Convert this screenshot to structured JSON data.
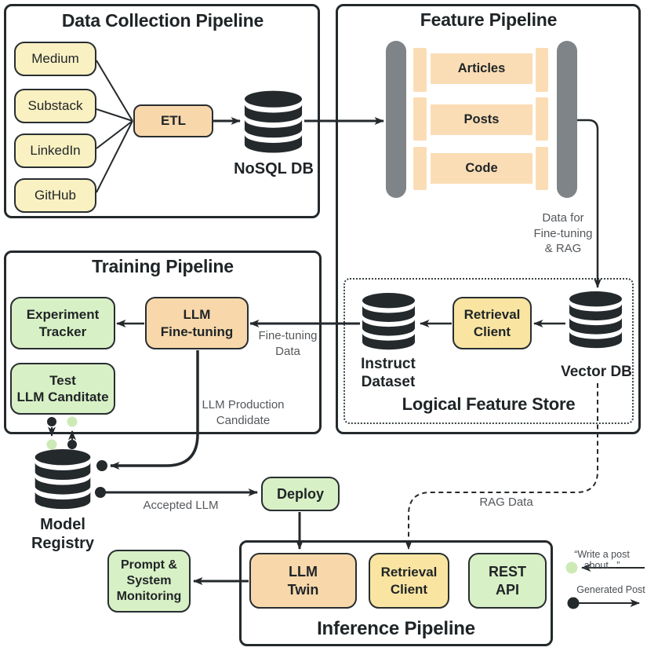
{
  "colors": {
    "dark": "#24292c",
    "pale_yellow": "#f9f1c2",
    "golden_yellow": "#f9e5a1",
    "peach": "#f8d8ab",
    "green": "#d8f0c5",
    "queue_orange": "#fbddb5",
    "rail_gray": "#7e8487",
    "label_gray": "#54585b",
    "green_dot": "#cdeab6"
  },
  "data_collection": {
    "title": "Data Collection Pipeline",
    "sources": [
      "Medium",
      "Substack",
      "LinkedIn",
      "GitHub"
    ],
    "etl": "ETL",
    "nosql_db": "NoSQL DB"
  },
  "feature_pipeline": {
    "title": "Feature Pipeline",
    "queues": [
      "Articles",
      "Posts",
      "Code"
    ],
    "data_for": "Data for\nFine-tuning\n& RAG"
  },
  "feature_store": {
    "title": "Logical Feature Store",
    "instruct_dataset": "Instruct\nDataset",
    "retrieval_client": "Retrieval\nClient",
    "vector_db": "Vector DB"
  },
  "training_pipeline": {
    "title": "Training Pipeline",
    "experiment_tracker": "Experiment\nTracker",
    "test_llm_candidate": "Test\nLLM Canditate",
    "llm_finetuning": "LLM\nFine-tuning",
    "finetuning_data": "Fine-tuning\nData",
    "production_candidate": "LLM  Production\nCandidate"
  },
  "registry": {
    "model_registry": "Model\nRegistry",
    "accepted_llm": "Accepted LLM",
    "deploy": "Deploy"
  },
  "inference_pipeline": {
    "title": "Inference Pipeline",
    "llm_twin": "LLM\nTwin",
    "retrieval_client": "Retrieval\nClient",
    "rest_api": "REST\nAPI",
    "rag_data": "RAG Data",
    "monitoring": "Prompt &\nSystem\nMonitoring"
  },
  "legend": {
    "prompt": "“Write a post about...”",
    "generated": "Generated Post"
  }
}
